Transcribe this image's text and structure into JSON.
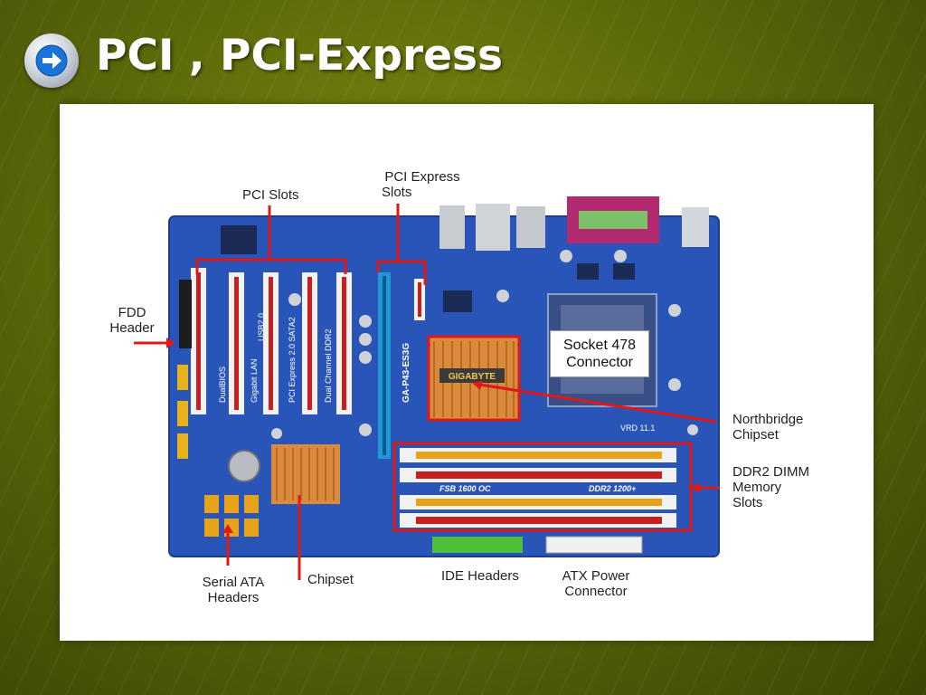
{
  "slide": {
    "title": "PCI , PCI-Express",
    "nav_icon": "arrow-right-icon",
    "accent_color": "#1a73d9",
    "background_color": "#5d6a0a"
  },
  "diagram": {
    "board_color": "#2a55b8",
    "highlight_color": "#e01818",
    "labels": {
      "pci_slots": "PCI Slots",
      "pci_express_line1": "PCI Express",
      "pci_express_line2": "Slots",
      "fdd_line1": "FDD",
      "fdd_line2": "Header",
      "socket_line1": "Socket 478",
      "socket_line2": "Connector",
      "northbridge_line1": "Northbridge",
      "northbridge_line2": "Chipset",
      "ddr2_line1": "DDR2 DIMM",
      "ddr2_line2": "Memory",
      "ddr2_line3": "Slots",
      "sata_line1": "Serial ATA",
      "sata_line2": "Headers",
      "chipset": "Chipset",
      "ide": "IDE Headers",
      "atx_line1": "ATX Power",
      "atx_line2": "Connector"
    },
    "board_text": {
      "gigabyte": "GIGABYTE",
      "dualbios": "DualBIOS",
      "gigabit_lan": "Gigabit LAN",
      "usb": "USB2.0",
      "pcie_sata": "PCI Express 2.0  SATA2",
      "dual_channel": "Dual Channel DDR2",
      "model": "GA-P43-ES3G",
      "fsb": "FSB 1600 OC",
      "ddr2_speed": "DDR2 1200+",
      "vrd": "VRD 11.1"
    }
  }
}
